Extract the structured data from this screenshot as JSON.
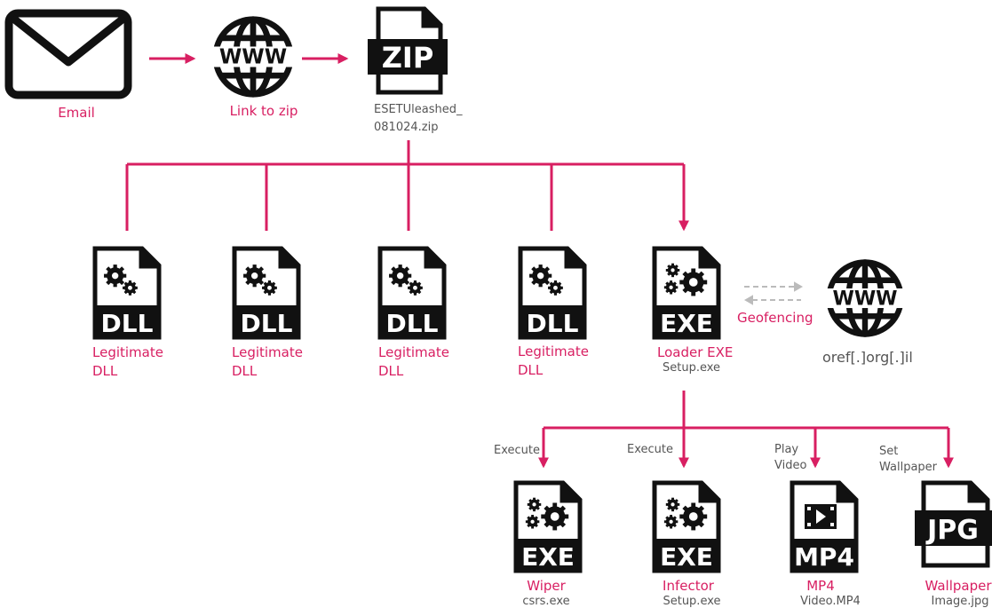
{
  "colors": {
    "accent": "#d81f62",
    "icon": "#111111",
    "secondary_text": "#555555"
  },
  "top_row": {
    "email": {
      "icon": "envelope-icon",
      "label": "Email"
    },
    "link": {
      "icon": "www-globe-icon",
      "label": "Link to zip"
    },
    "zip": {
      "icon": "zip-file-icon",
      "badge": "ZIP",
      "filename_line1": "ESETUleashed_",
      "filename_line2": "081024.zip"
    }
  },
  "middle_row": {
    "dlls": [
      {
        "badge": "DLL",
        "label_line1": "Legitimate",
        "label_line2": "DLL"
      },
      {
        "badge": "DLL",
        "label_line1": "Legitimate",
        "label_line2": "DLL"
      },
      {
        "badge": "DLL",
        "label_line1": "Legitimate",
        "label_line2": "DLL"
      },
      {
        "badge": "DLL",
        "label_line1": "Legitimate",
        "label_line2": "DLL"
      }
    ],
    "loader": {
      "badge": "EXE",
      "label": "Loader EXE",
      "filename": "Setup.exe"
    },
    "geofencing": {
      "label": "Geofencing"
    },
    "remote": {
      "icon": "www-globe-icon",
      "url": "oref[.]org[.]il"
    }
  },
  "bottom_row": [
    {
      "action_line1": "Execute",
      "action_line2": "",
      "badge": "EXE",
      "label": "Wiper",
      "filename": "csrs.exe"
    },
    {
      "action_line1": "Execute",
      "action_line2": "",
      "badge": "EXE",
      "label": "Infector",
      "filename": "Setup.exe"
    },
    {
      "action_line1": "Play",
      "action_line2": "Video",
      "badge": "MP4",
      "label": "MP4",
      "filename": "Video.MP4"
    },
    {
      "action_line1": "Set",
      "action_line2": "Wallpaper",
      "badge": "JPG",
      "label": "Wallpaper",
      "filename": "Image.jpg"
    }
  ]
}
